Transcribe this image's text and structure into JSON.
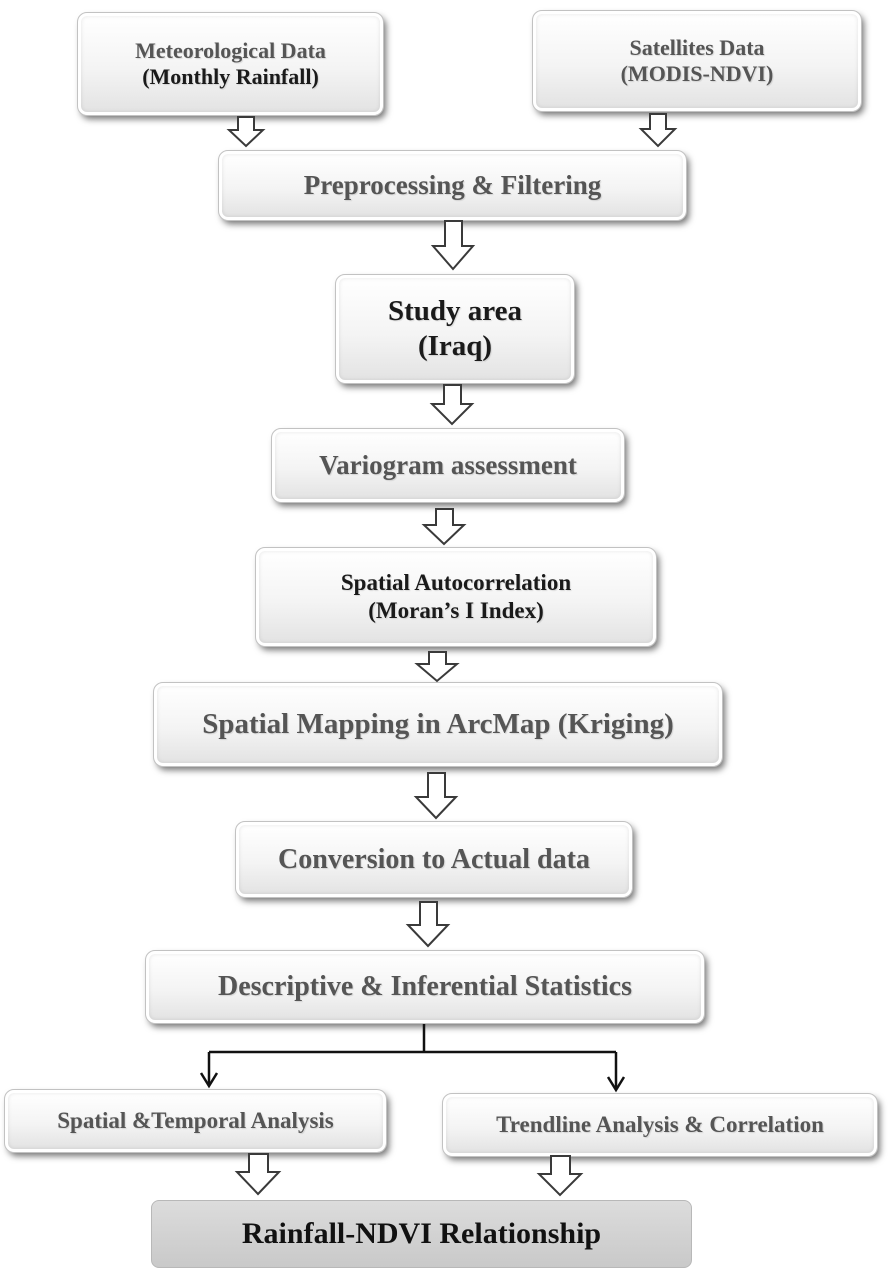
{
  "boxes": {
    "meteorological": {
      "line1": "Meteorological Data",
      "line2": "(Monthly Rainfall)"
    },
    "satellites": {
      "line1": "Satellites Data",
      "line2": "(MODIS-NDVI)"
    },
    "preprocessing": "Preprocessing & Filtering",
    "study_area": {
      "line1": "Study area",
      "line2": "(Iraq)"
    },
    "variogram": "Variogram assessment",
    "spatial_autocorrelation": {
      "line1": "Spatial Autocorrelation",
      "line2": "(Moran’s I Index)"
    },
    "spatial_mapping": "Spatial Mapping in ArcMap (Kriging)",
    "conversion": "Conversion to Actual data",
    "statistics": "Descriptive & Inferential Statistics",
    "spatial_temporal": "Spatial &Temporal Analysis",
    "trendline": "Trendline Analysis & Correlation",
    "result": "Rainfall-NDVI Relationship"
  }
}
